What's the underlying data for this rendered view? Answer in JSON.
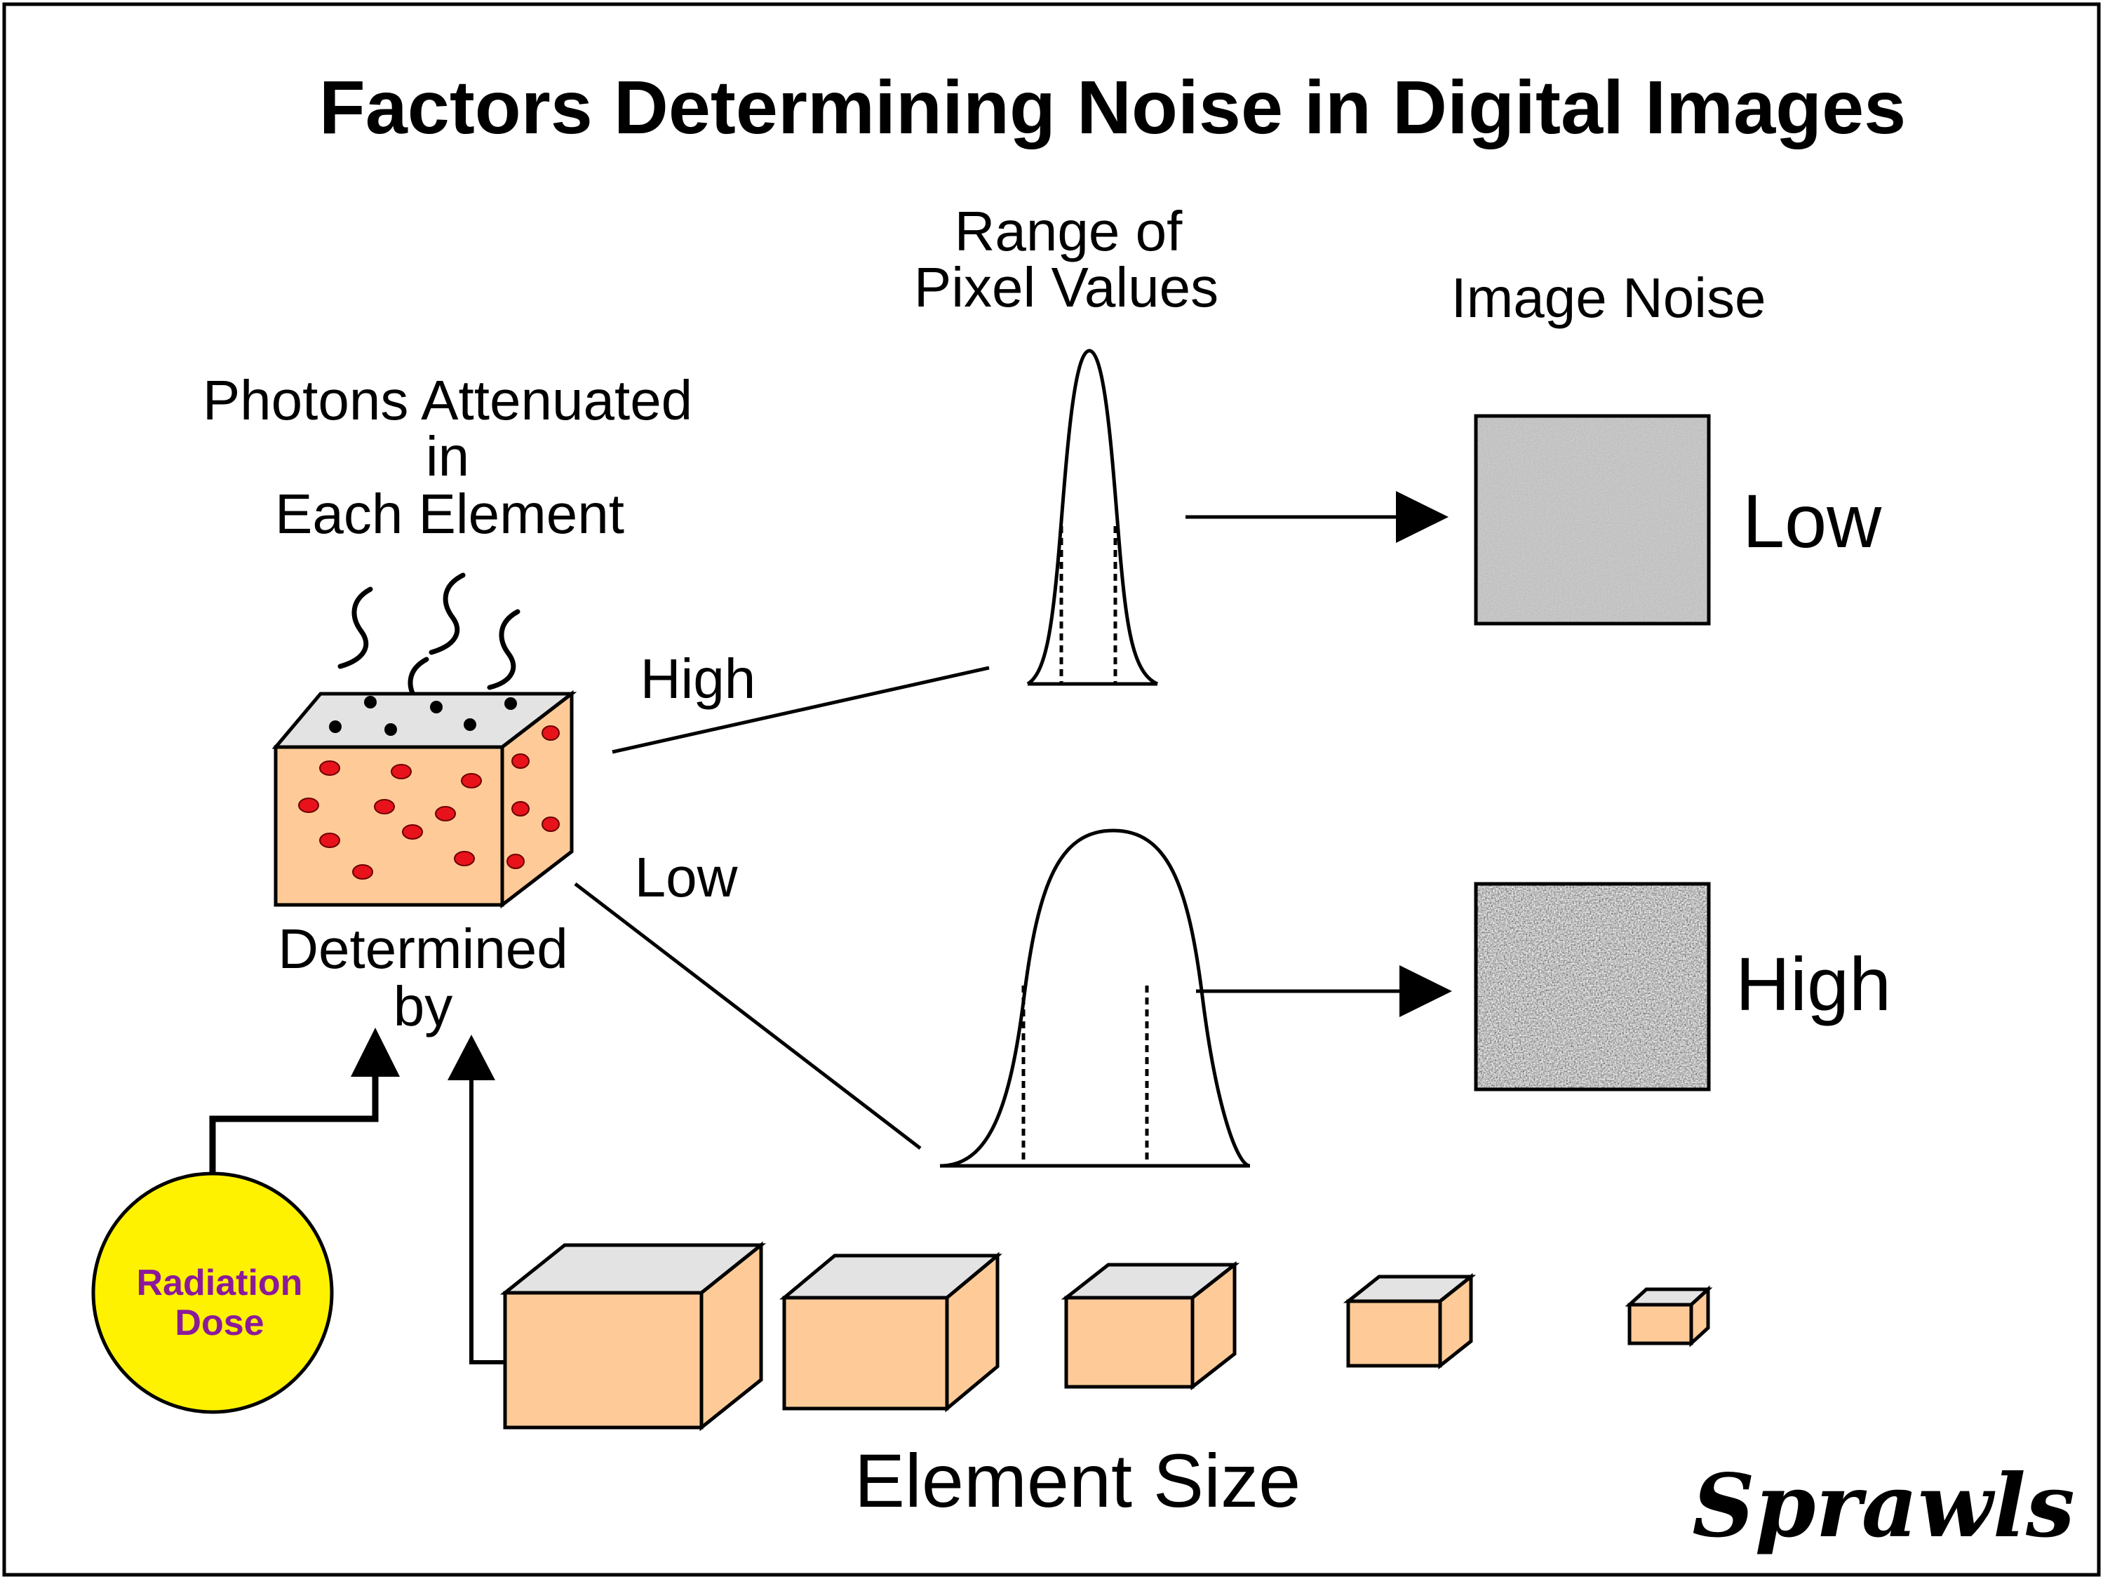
{
  "title": "Factors Determining Noise in Digital Images",
  "labels": {
    "range_line1": "Range of",
    "range_line2": "Pixel Values",
    "image_noise": "Image Noise",
    "photons_line1": "Photons Attenuated",
    "photons_line2": "in",
    "photons_line3": "Each Element",
    "branch_high": "High",
    "branch_low": "Low",
    "determined_line1": "Determined",
    "determined_line2": "by",
    "noise_low": "Low",
    "noise_high": "High",
    "element_size": "Element Size",
    "radiation_line1": "Radiation",
    "radiation_line2": "Dose",
    "signature": "Sprawls"
  },
  "colors": {
    "element_face": "#FECB98",
    "element_top": "#E3E3E3",
    "photon_dot_side": "#E8121B",
    "photon_dot_top": "#000000",
    "radiation_fill": "#FFF200",
    "radiation_text": "#8B1A9A",
    "noise_base": "#8A8A8A"
  },
  "noise": {
    "low_level": 0.25,
    "high_level": 0.9
  }
}
